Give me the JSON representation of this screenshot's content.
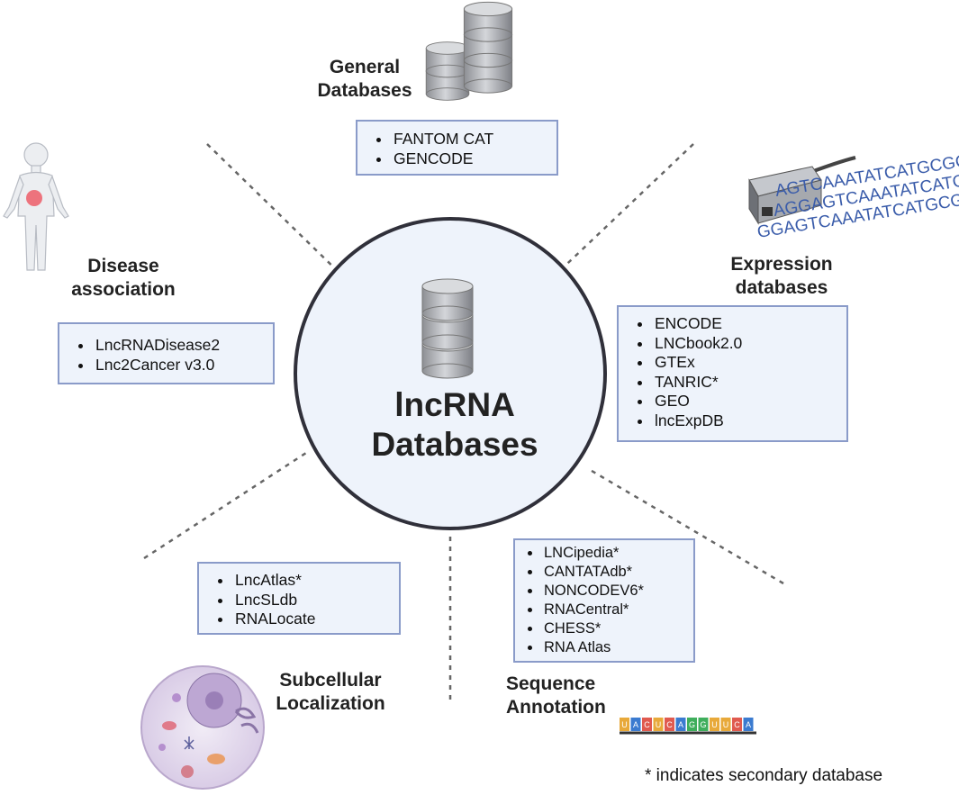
{
  "center": {
    "title_line1": "lncRNA",
    "title_line2": "Databases"
  },
  "categories": {
    "general": {
      "heading_line1": "General",
      "heading_line2": "Databases",
      "items": [
        "FANTOM CAT",
        "GENCODE"
      ]
    },
    "disease": {
      "heading_line1": "Disease",
      "heading_line2": "association",
      "items": [
        "LncRNADisease2",
        "Lnc2Cancer v3.0"
      ]
    },
    "expression": {
      "heading_line1": "Expression",
      "heading_line2": "databases",
      "items": [
        "ENCODE",
        "LNCbook2.0",
        "GTEx",
        "TANRIC*",
        "GEO",
        "lncExpDB"
      ]
    },
    "subcellular": {
      "heading_line1": "Subcellular",
      "heading_line2": "Localization",
      "items": [
        "LncAtlas*",
        "LncSLdb",
        "RNALocate"
      ]
    },
    "sequence": {
      "heading_line1": "Sequence",
      "heading_line2": "Annotation",
      "items": [
        "LNCipedia*",
        "CANTATAdb*",
        "NONCODEV6*",
        "RNACentral*",
        "CHESS*",
        "RNA Atlas"
      ]
    }
  },
  "sequencer_text": [
    "AGTCAAATATCATGCGCAT",
    "AGGAGTCAAATATCATGCG",
    "GGAGTCAAATATCATGCGCAT"
  ],
  "rna_strand_letters": [
    "U",
    "A",
    "C",
    "U",
    "C",
    "A",
    "G",
    "G",
    "U",
    "U",
    "C",
    "A"
  ],
  "footnote": "*  indicates secondary database",
  "icons": [
    "database-icon",
    "human-body-icon",
    "sequencer-icon",
    "cell-icon",
    "rna-strand-icon"
  ]
}
